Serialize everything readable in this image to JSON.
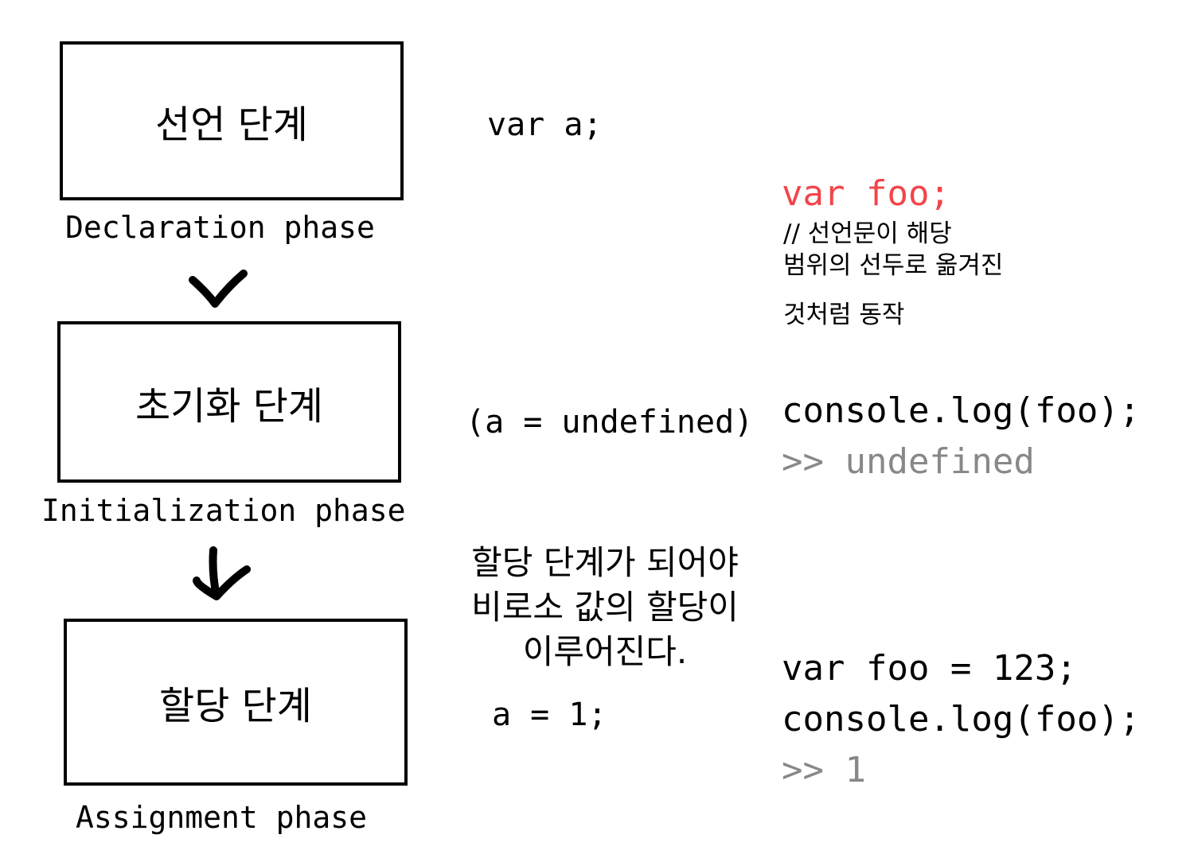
{
  "phases": [
    {
      "title": "선언 단계",
      "label": "Declaration phase",
      "code": "var a;"
    },
    {
      "title": "초기화 단계",
      "label": "Initialization phase",
      "code": "(a = undefined)"
    },
    {
      "title": "할당 단계",
      "label": "Assignment phase",
      "code": "a = 1;"
    }
  ],
  "assignment_note": [
    "할당 단계가 되어야",
    "비로소 값의 할당이",
    "이루어진다."
  ],
  "example1": {
    "declaration": "var foo;",
    "comment_lines": [
      "// 선언문이 해당",
      "범위의 선두로 옮겨진",
      "것처럼 동작"
    ],
    "log": "console.log(foo);",
    "output": ">> undefined"
  },
  "example2": {
    "assign": "var foo = 123;",
    "log": "console.log(foo);",
    "output": ">> 1"
  },
  "colors": {
    "highlight": "#f2454a",
    "output": "#888888"
  }
}
